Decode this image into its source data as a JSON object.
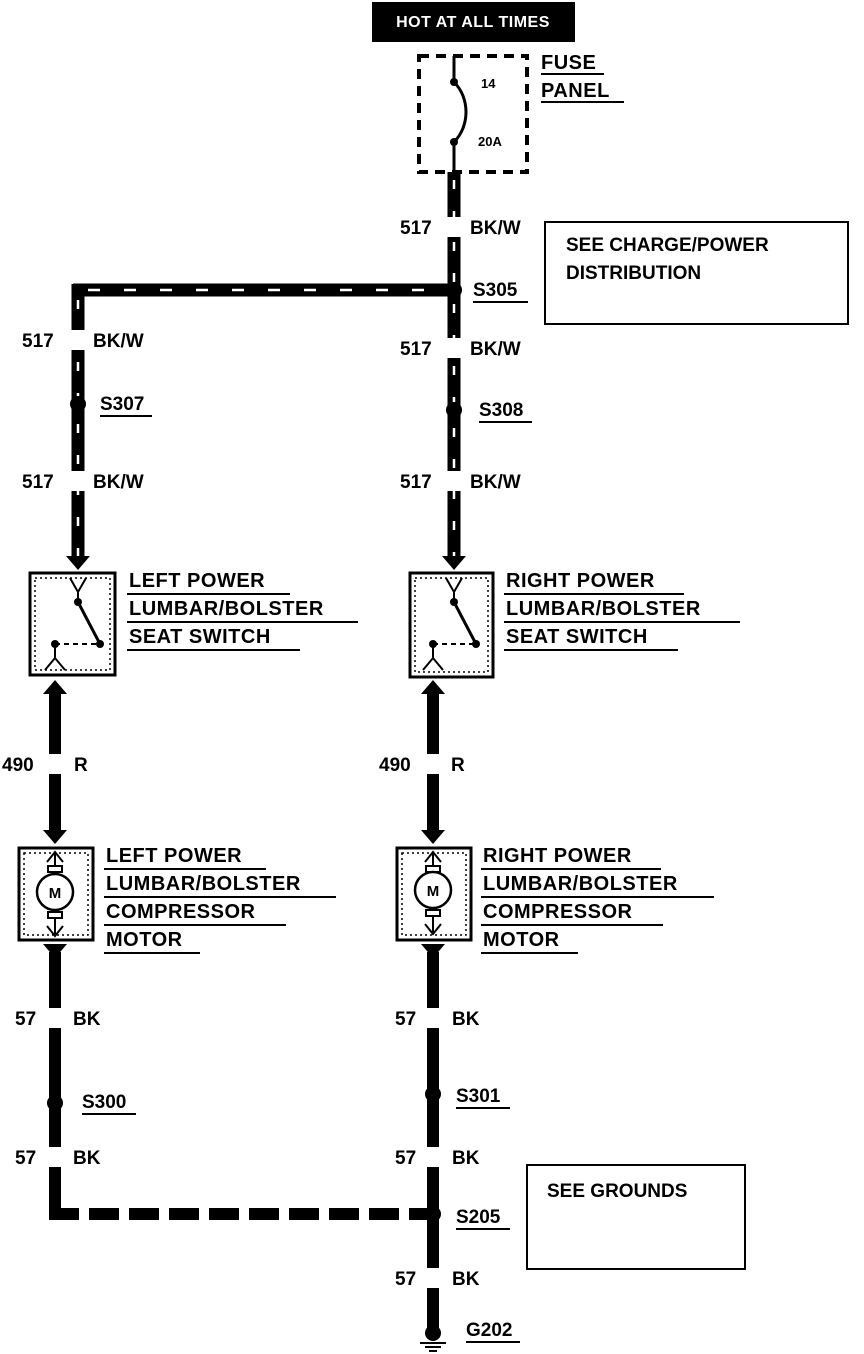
{
  "header": {
    "banner": "HOT AT ALL TIMES"
  },
  "fuse": {
    "title_line1": "FUSE",
    "title_line2": "PANEL",
    "number": "14",
    "rating": "20A"
  },
  "references": {
    "charge": "SEE CHARGE/POWER",
    "charge_line2": "DISTRIBUTION",
    "grounds": "SEE GROUNDS"
  },
  "splices": {
    "s305": "S305",
    "s307": "S307",
    "s308": "S308",
    "s300": "S300",
    "s301": "S301",
    "s205": "S205",
    "g202": "G202"
  },
  "wires": {
    "circuit_517": "517",
    "color_bkw": "BK/W",
    "circuit_490": "490",
    "color_r": "R",
    "circuit_57": "57",
    "color_bk": "BK"
  },
  "components": {
    "left_switch": [
      "LEFT POWER",
      "LUMBAR/BOLSTER",
      "SEAT SWITCH"
    ],
    "right_switch": [
      "RIGHT POWER",
      "LUMBAR/BOLSTER",
      "SEAT SWITCH"
    ],
    "left_motor": [
      "LEFT POWER",
      "LUMBAR/BOLSTER",
      "COMPRESSOR",
      "MOTOR"
    ],
    "right_motor": [
      "RIGHT POWER",
      "LUMBAR/BOLSTER",
      "COMPRESSOR",
      "MOTOR"
    ],
    "motor_symbol": "M"
  }
}
